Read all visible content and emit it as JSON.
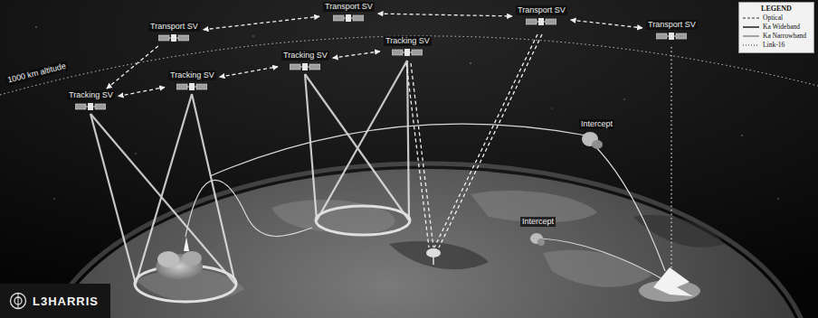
{
  "diagram": {
    "nodes": [
      {
        "text": [
          "Transport SV"
        ]
      },
      {
        "text": [
          "Transport SV"
        ]
      },
      {
        "text": [
          "Transport SV"
        ]
      },
      {
        "text": [
          "Transport SV"
        ]
      },
      {
        "text": [
          "Tracking SV"
        ]
      },
      {
        "text": [
          "Tracking SV"
        ]
      },
      {
        "text": [
          "Tracking SV"
        ]
      },
      {
        "text": [
          "Tracking SV"
        ]
      }
    ],
    "edges": [
      {
        "from": 0,
        "to": 4,
        "arrow": "to"
      },
      {
        "from": 0,
        "to": 1,
        "arrow": "both"
      },
      {
        "from": 1,
        "to": 2,
        "arrow": "both"
      },
      {
        "from": 2,
        "to": 3,
        "arrow": "both"
      },
      {
        "from": 4,
        "to": 5,
        "arrow": "both"
      },
      {
        "from": 5,
        "to": 6,
        "arrow": "both"
      },
      {
        "from": 6,
        "to": 7,
        "arrow": "both"
      }
    ],
    "labels": [
      "1000 km altitude",
      "Intercept",
      "Intercept",
      "LEGEND",
      "L3HARRIS"
    ],
    "legend": [
      {
        "text": "Optical"
      },
      {
        "text": "Ka Wideband"
      },
      {
        "text": "Ka Narrowband"
      },
      {
        "text": "Link-16"
      }
    ]
  }
}
